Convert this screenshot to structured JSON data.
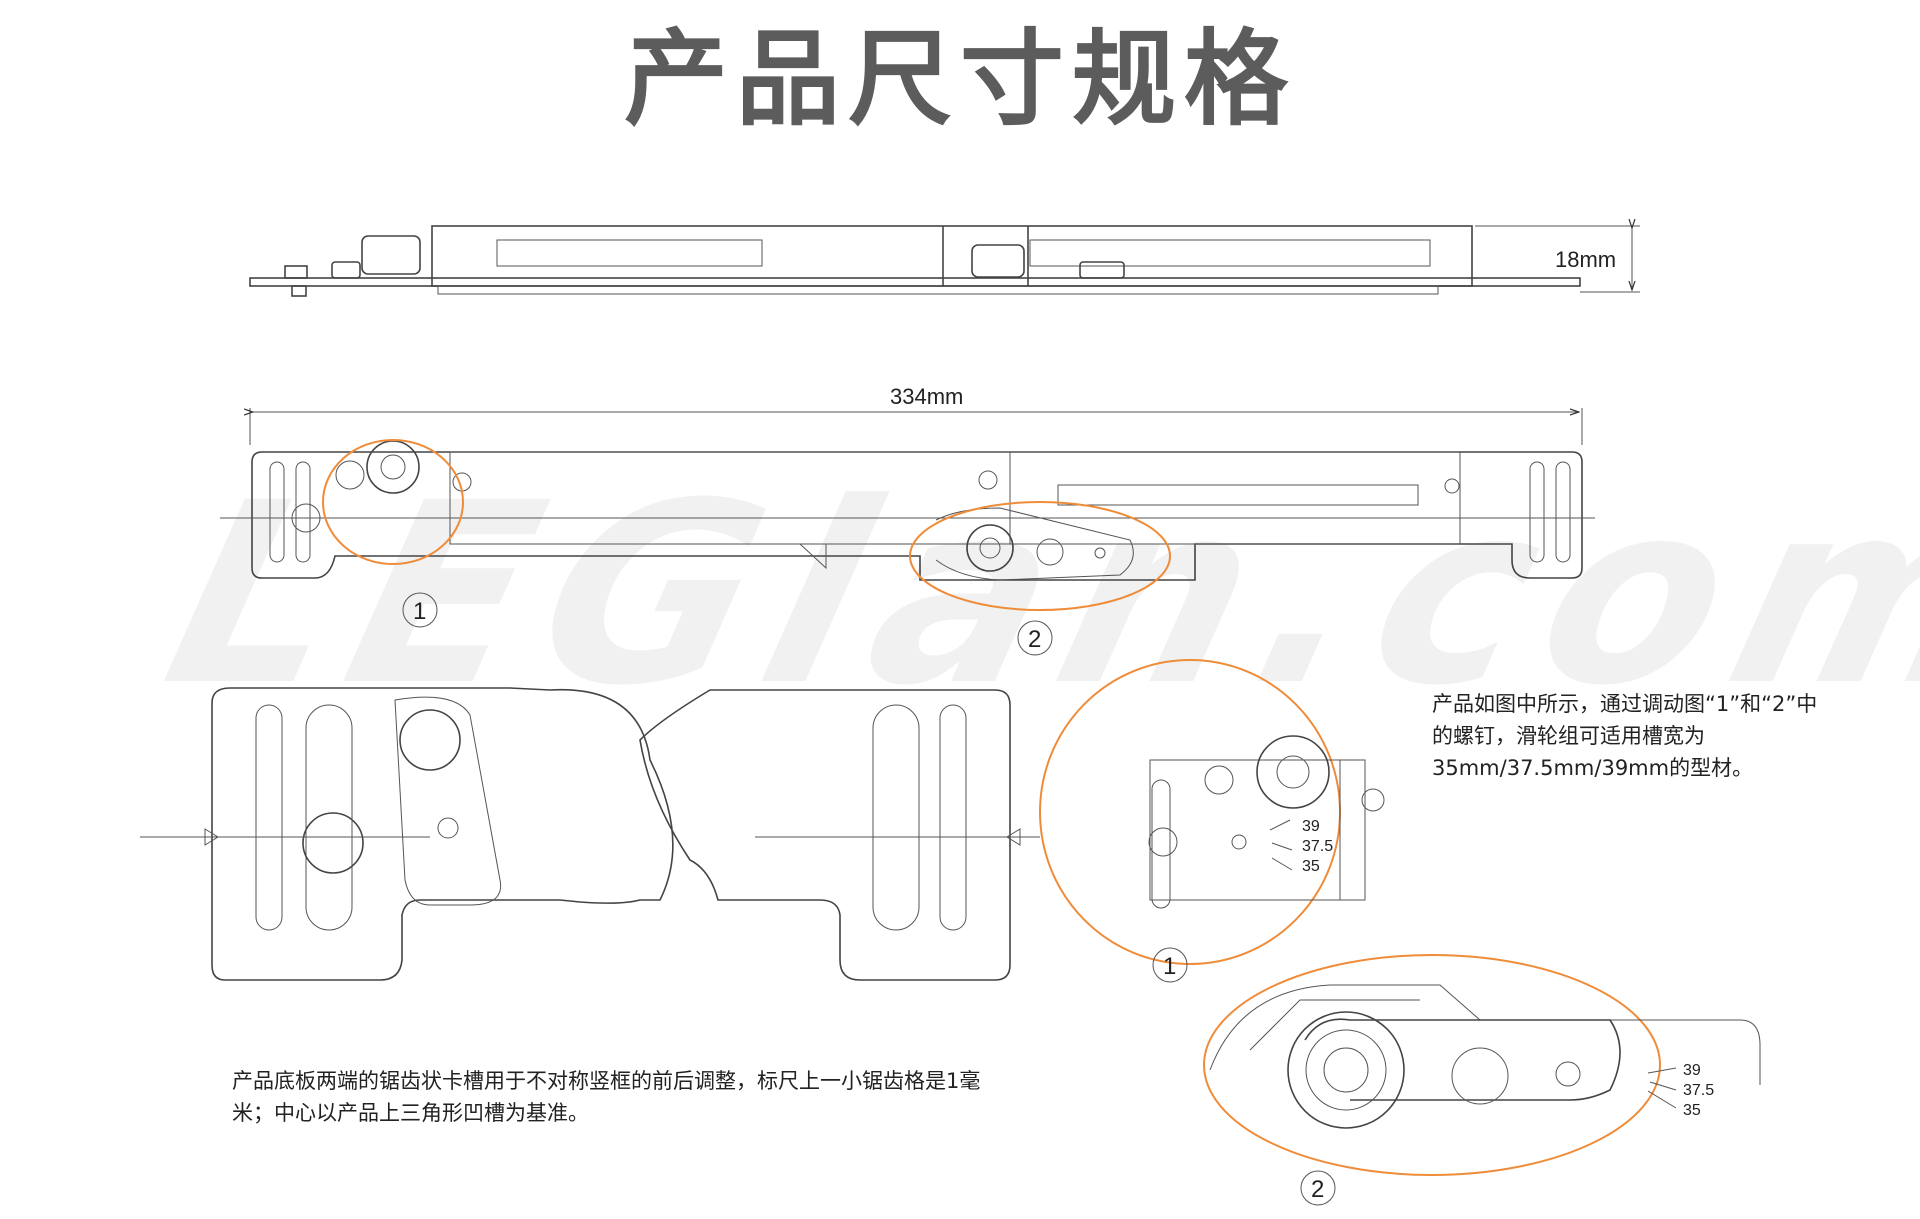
{
  "title": "产品尺寸规格",
  "watermark": "LEGlan.com",
  "dimensions": {
    "height": "18mm",
    "length": "334mm"
  },
  "callouts": {
    "one": "1",
    "two": "2"
  },
  "adjust_positions": {
    "one": [
      "39",
      "37.5",
      "35"
    ],
    "two": [
      "39",
      "37.5",
      "35"
    ]
  },
  "notes": {
    "right": "产品如图中所示，通过调动图“1”和“2”中的螺钉，滑轮组可适用槽宽为35mm/37.5mm/39mm的型材。",
    "bottom": "产品底板两端的锯齿状卡槽用于不对称竖框的前后调整，标尺上一小锯齿格是1毫米；中心以产品上三角形凹槽为基准。"
  },
  "colors": {
    "title": "#5c5c5c",
    "highlight_circle": "#ef8c3a",
    "line": "#444444"
  }
}
